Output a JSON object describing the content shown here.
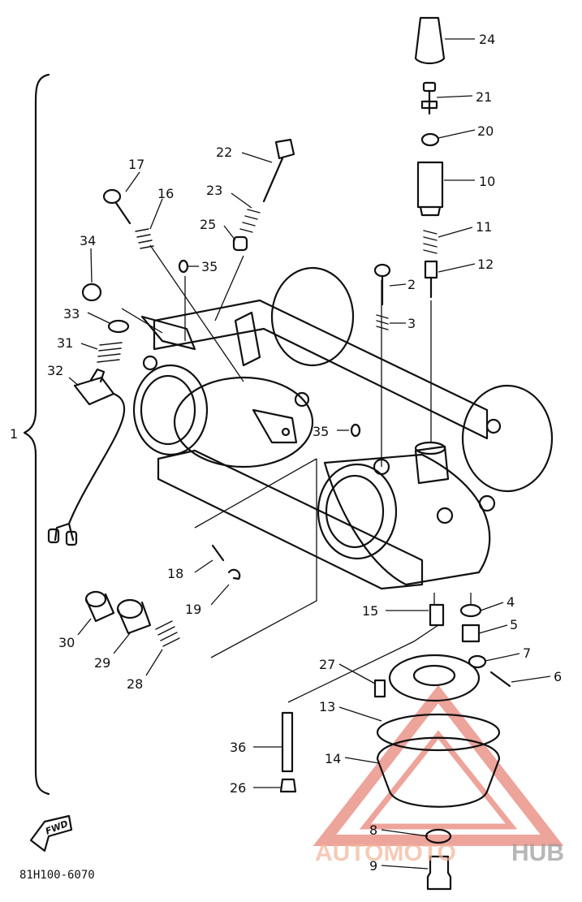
{
  "diagram": {
    "labels": {
      "p1": "1",
      "p2": "2",
      "p3": "3",
      "p4": "4",
      "p5": "5",
      "p6": "6",
      "p7": "7",
      "p8": "8",
      "p9": "9",
      "p10": "10",
      "p11": "11",
      "p12": "12",
      "p13": "13",
      "p14": "14",
      "p15": "15",
      "p16": "16",
      "p17": "17",
      "p18": "18",
      "p19": "19",
      "p20": "20",
      "p21": "21",
      "p22": "22",
      "p23": "23",
      "p24": "24",
      "p25": "25",
      "p26": "26",
      "p27": "27",
      "p28": "28",
      "p29": "29",
      "p30": "30",
      "p31": "31",
      "p32": "32",
      "p33": "33",
      "p34": "34",
      "p35a": "35",
      "p35b": "35",
      "p36": "36"
    },
    "drawing_code": "81H100-6070",
    "fwd_label": "FWD",
    "watermark": {
      "part1": "AUTOMOTO",
      "part2": "HUB",
      "accent": "#e05a4a"
    }
  }
}
